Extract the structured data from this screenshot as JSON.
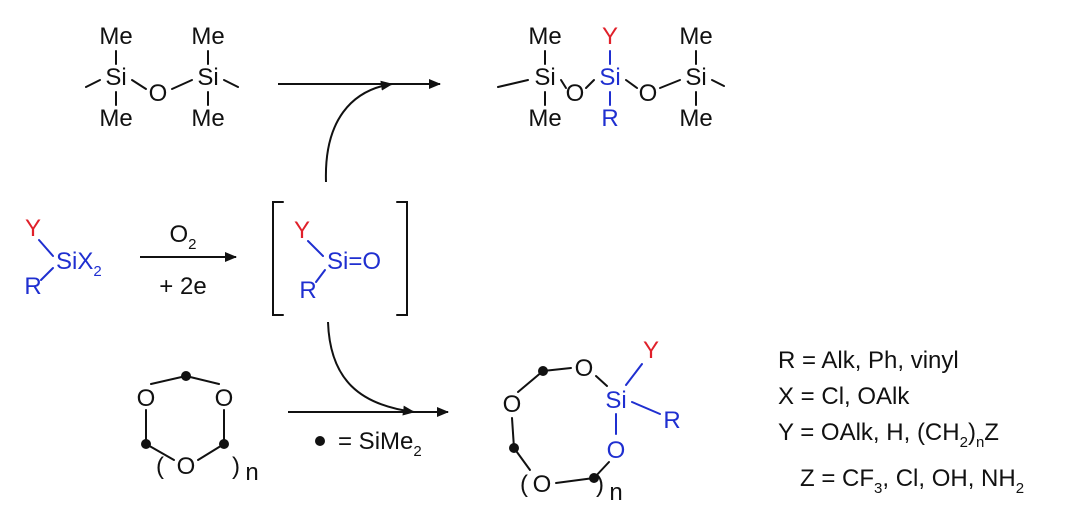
{
  "colors": {
    "black": "#111111",
    "red": "#e0202a",
    "blue": "#1f2fd0"
  },
  "disiloxane": {
    "me_tl": "Me",
    "si_l": "Si",
    "me_bl": "Me",
    "o": "O",
    "me_tr": "Me",
    "si_r": "Si",
    "me_br": "Me"
  },
  "trisiloxane": {
    "me_tl": "Me",
    "si_l": "Si",
    "me_bl": "Me",
    "o_l": "O",
    "y": "Y",
    "si_c": "Si",
    "r": "R",
    "o_r": "O",
    "me_tr": "Me",
    "si_r": "Si",
    "me_br": "Me"
  },
  "silane": {
    "y": "Y",
    "six": "SiX",
    "sub": "2",
    "r": "R"
  },
  "oxidation": {
    "o": "O",
    "o_sub": "2",
    "electrons": "+ 2e"
  },
  "silanone": {
    "y": "Y",
    "sio": "Si=O",
    "r": "R"
  },
  "cyclosiloxane": {
    "o1": "O",
    "o2": "O",
    "o3": "O",
    "paren_l": "(",
    "paren_r": ")",
    "n": "n"
  },
  "dot_legend": {
    "text": "= SiMe",
    "sub": "2"
  },
  "ring_product": {
    "o_top": "O",
    "o_left": "O",
    "si": "Si",
    "y": "Y",
    "r": "R",
    "o_low": "O",
    "o_bottom": "O",
    "paren_l": "(",
    "paren_r": ")",
    "n": "n"
  },
  "definitions": {
    "r_line": "R = Alk, Ph, vinyl",
    "x_line": "X = Cl, OAlk",
    "y_line_a": "Y = OAlk, H, (CH",
    "y_line_sub": "2",
    "y_line_b": ")",
    "y_line_n": "n",
    "y_line_z": "Z",
    "z_line_a": "Z = CF",
    "z_line_sub": "3",
    "z_line_b": ", Cl, OH, NH",
    "z_line_sub2": "2"
  }
}
